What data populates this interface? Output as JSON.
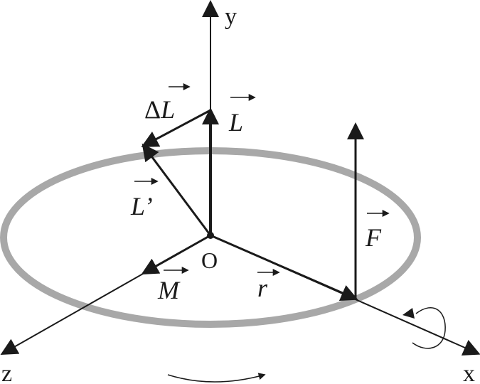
{
  "diagram": {
    "axes": {
      "x": "x",
      "y": "y",
      "z": "z"
    },
    "origin": "O",
    "vectors": {
      "L": "L",
      "L_prime": "L’",
      "delta_L_symbol": "Δ",
      "delta_L": "L",
      "F": "F",
      "r": "r",
      "M": "M"
    },
    "colors": {
      "ink": "#1a1a1a",
      "ring": "#a8a8a8"
    }
  }
}
